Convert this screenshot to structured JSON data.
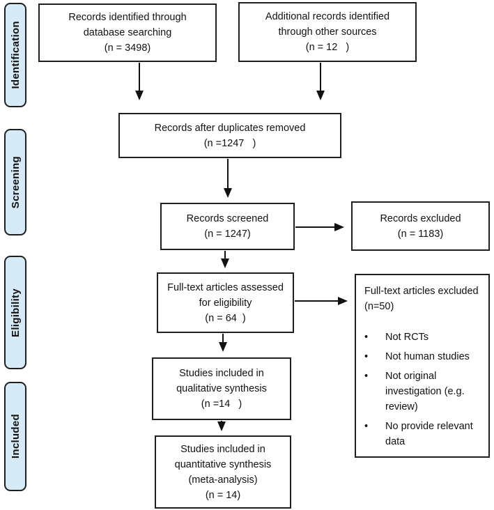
{
  "diagram_type": "prisma-flow-diagram",
  "palette": {
    "stage_fill": "#d6eaf8",
    "stage_border": "#1f1f1f",
    "box_border": "#1f1f1f",
    "box_fill": "#ffffff",
    "arrow": "#111111",
    "text": "#111111",
    "background": "#ffffff"
  },
  "stages": {
    "identification": "Identification",
    "screening": "Screening",
    "eligibility": "Eligibility",
    "included": "Included"
  },
  "boxes": {
    "records_db": {
      "lines": [
        "Records identified through",
        "database searching",
        "(n = 3498)"
      ]
    },
    "records_other": {
      "lines": [
        "Additional records identified",
        "through other sources",
        "(n = 12   )"
      ]
    },
    "duplicates_removed": {
      "lines": [
        "Records after duplicates removed",
        "(n =1247   )"
      ]
    },
    "screened": {
      "lines": [
        "Records screened",
        "(n = 1247)"
      ]
    },
    "records_excluded": {
      "lines": [
        "Records excluded",
        "(n = 1183)"
      ]
    },
    "fulltext_assessed": {
      "lines": [
        "Full-text articles assessed",
        "for eligibility",
        "(n = 64  )"
      ]
    },
    "fulltext_excluded": {
      "lines": [
        "Full-text articles excluded",
        "(n=50)"
      ],
      "bullet_glyph": "•",
      "reasons": [
        "Not RCTs",
        "Not human studies",
        "Not original investigation (e.g. review)",
        "No provide relevant data"
      ]
    },
    "qualitative": {
      "lines": [
        "Studies included in",
        "qualitative synthesis",
        "(n =14   )"
      ]
    },
    "quantitative": {
      "lines": [
        "Studies included in",
        "quantitative synthesis",
        "(meta-analysis)",
        "(n = 14)"
      ]
    }
  }
}
